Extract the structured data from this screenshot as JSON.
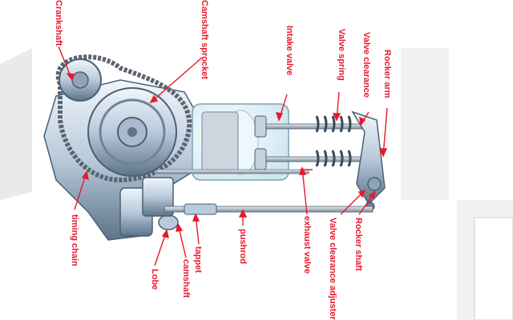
{
  "colors": {
    "label": "#e8182a",
    "leader": "#e8182a",
    "metal_light": "#dfe9f3",
    "metal_mid": "#9fb4c8",
    "metal_dark": "#4a6076",
    "chain": "#5a6470",
    "backdrop": "#d6d9dc"
  },
  "labels": {
    "crankshaft": "Crankshaft",
    "camshaft_sprocket": "Camshaft sprocket",
    "intake_valve": "Intake valve",
    "valve_spring": "Valve spring",
    "valve_clearance": "Valve clearance",
    "rocker_arm": "Rocker arm",
    "timing_chain": "timing chain",
    "lobe": "Lobe",
    "camshaft": "camshaft",
    "tappet": "tappet",
    "pushrod": "pushrod",
    "exhaust_valve": "exhaust valve",
    "valve_clearance_adjuster": "Valve clearance adjuster",
    "rocker_shaft": "Rocker shaft"
  }
}
